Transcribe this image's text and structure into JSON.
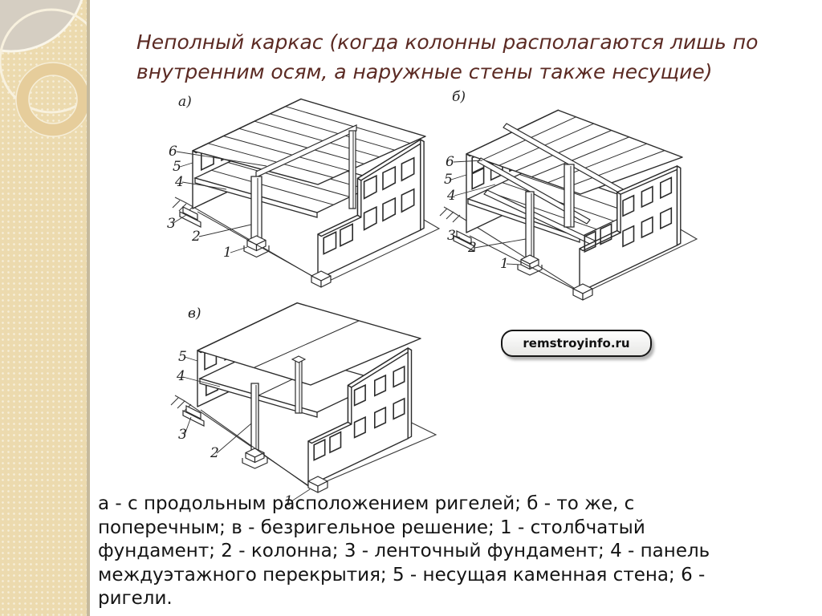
{
  "title": {
    "line1": "Неполный каркас  (когда колонны располагаются лишь по",
    "line2": "внутренним осям, а наружные стены также несущие)"
  },
  "figures": {
    "a": {
      "letter": "а)"
    },
    "b": {
      "letter": "б)"
    },
    "v": {
      "letter": "в)"
    }
  },
  "callouts": {
    "n1": "1",
    "n2": "2",
    "n3": "3",
    "n4": "4",
    "n5": "5",
    "n6": "6"
  },
  "watermark": {
    "text": "remstroyinfo.ru"
  },
  "caption": {
    "text": "а - с продольным расположением ригелей; б - то же, с\nпоперечным; в - безригельное решение; 1 - столбчатый\nфундамент; 2 - колонна; 3 - ленточный фундамент; 4 - панель\nмеждуэтажного перекрытия; 5 - несущая каменная стена; 6 -\nригели."
  },
  "colors": {
    "title_text": "#5b2a23",
    "caption_text": "#141414",
    "sideband_bg": "#ecdaae",
    "sideband_edge": "#c6ba9d",
    "sketch_line": "#2b2b2b"
  }
}
